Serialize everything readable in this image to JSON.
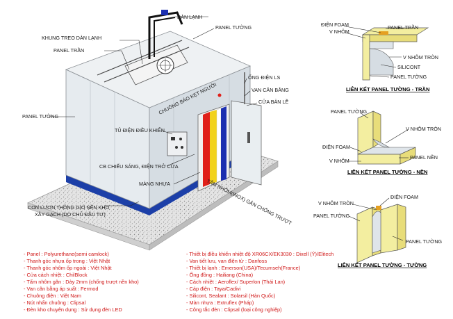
{
  "main_labels": {
    "dan_lanh": "DÀN LẠNH",
    "khung_treo": "KHUNG TREO DÀN LẠNH",
    "panel_tuong_top": "PANEL TƯỜNG",
    "panel_tran": "PANEL TRẦN",
    "chuong_bao": "CHUÔNG BÁO KẸT NGƯỜI",
    "ong_dien": "ỐNG ĐIỆN LS",
    "van_can_bang": "VAN CÂN BẰNG",
    "cua_ban_le": "CỬA BẢN LỀ",
    "panel_tuong_left": "PANEL TƯỜNG",
    "tu_dien": "TỦ ĐIỆN ĐIỀU KHIỂN",
    "cb_chieu_sang": "CB CHIẾU SÁNG, ĐIỆN TRỞ CỬA",
    "mang_nhua": "MÀNG NHỰA",
    "tam_nhom": "TẤM NHÔM(INOX) GÂN CHỐNG TRƯỢT",
    "con_luon_1": "CON LƯƠN THÔNG GIÓ NỀN KHO",
    "con_luon_2": "XÂY GẠCH (DO CHỦ ĐẦU TƯ)"
  },
  "detail_wall_ceiling": {
    "title": "LIÊN KẾT PANEL TƯỜNG - TRẦN",
    "dien_foam": "ĐIỆN FOAM",
    "v_nhom": "V NHÔM",
    "panel_tran": "PANEL TRẦN",
    "v_nhom_tron": "V NHÔM TRÒN",
    "silicont": "SILICONT",
    "panel_tuong": "PANEL TƯỜNG"
  },
  "detail_wall_floor": {
    "title": "LIÊN KẾT PANEL TƯỜNG - NỀN",
    "panel_tuong": "PANEL TƯỜNG",
    "v_nhom_tron": "V NHÔM TRÒN",
    "dien_foam": "ĐIỆN FOAM",
    "v_nhom": "V NHÔM",
    "panel_nen": "PANEL NỀN"
  },
  "detail_wall_wall": {
    "title": "LIÊN KẾT PANEL TƯỜNG - TƯỜNG",
    "v_nhom_tron": "V NHÔM TRÒN",
    "dien_foam": "ĐIỆN FOAM",
    "panel_tuong_left": "PANEL TƯỜNG",
    "panel_tuong_right": "PANEL TƯỜNG"
  },
  "specs_left": [
    "- Panel  : Polyurethane(semi camlock)",
    "- Thanh góc nhựa ốp trong  : Việt Nhật",
    "- Thanh góc nhôm ốp ngoài  : Việt Nhật",
    "- Cửa cách nhiệt  : ChilBlock",
    "- Tấm nhôm gân  : Dày 2mm (chống trượt nền kho)",
    "- Van cân bằng áp suất  : Fermod",
    "- Chuông điện  : Việt Nam",
    "- Nút nhấn chuông  : Clipsal",
    "- Đèn kho chuyên dụng  : Sử dụng đèn LED"
  ],
  "specs_right": [
    "- Thiết bị điều khiển nhiệt độ XR06CX/EK3030 : Dixell (Ý)/Elitech",
    "- Van tiết lưu, van điện từ  : Danfoss",
    "- Thiết bị lạnh  : Emerson(USA)/Tecumseh(France)",
    "- Ống đồng  : Hailiang (China)",
    "- Cách nhiệt  : Aeroflex/ Superlon (Thái Lan)",
    "- Cáp điện  : Taya/Cadivi",
    "- Silicont, Sealant  : Solarsil (Hàn Quốc)",
    "- Màn nhựa  : Extruflex (Pháp)",
    "- Công tắc đèn  : Clipsal (loại công nghiệp)"
  ],
  "colors": {
    "spec_text": "#d01818",
    "foam": "#f3eea0",
    "panel": "#dfe5ea",
    "base_blue": "#1c3fa8",
    "strip_red": "#e0201a",
    "strip_yellow": "#f2d21a",
    "strip_blue": "#1c2fb0"
  }
}
